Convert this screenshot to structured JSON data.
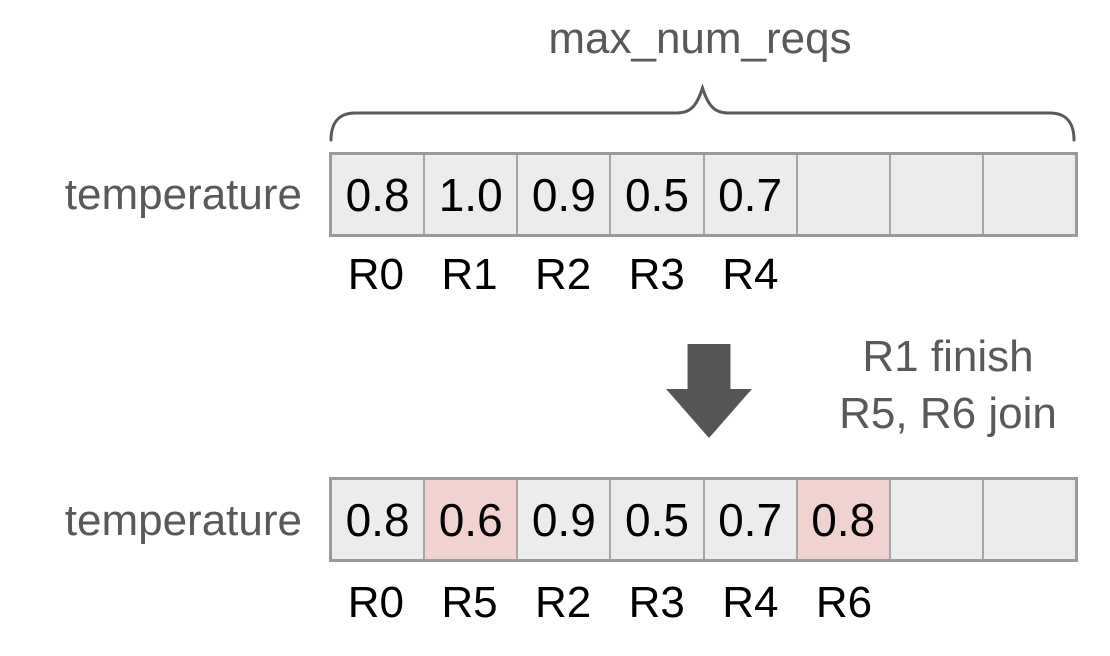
{
  "title": "max_num_reqs",
  "colors": {
    "text_gray": "#595959",
    "cell_bg": "#ececec",
    "cell_highlight_bg": "#f0d2d0",
    "cell_border": "#9a9a9a",
    "cell_divider": "#a6a6a6",
    "arrow_fill": "#555555"
  },
  "icons": {
    "brace": "curly-brace-top",
    "arrow": "down-arrow"
  },
  "arrow_note": {
    "line1": "R1 finish",
    "line2": "R5, R6 join"
  },
  "rows": [
    {
      "label": "temperature",
      "cells": [
        "0.8",
        "1.0",
        "0.9",
        "0.5",
        "0.7",
        "",
        "",
        ""
      ],
      "highlighted_indices": [],
      "request_labels": [
        "R0",
        "R1",
        "R2",
        "R3",
        "R4",
        "",
        "",
        ""
      ]
    },
    {
      "label": "temperature",
      "cells": [
        "0.8",
        "0.6",
        "0.9",
        "0.5",
        "0.7",
        "0.8",
        "",
        ""
      ],
      "highlighted_indices": [
        1,
        5
      ],
      "request_labels": [
        "R0",
        "R5",
        "R2",
        "R3",
        "R4",
        "R6",
        "",
        ""
      ]
    }
  ]
}
